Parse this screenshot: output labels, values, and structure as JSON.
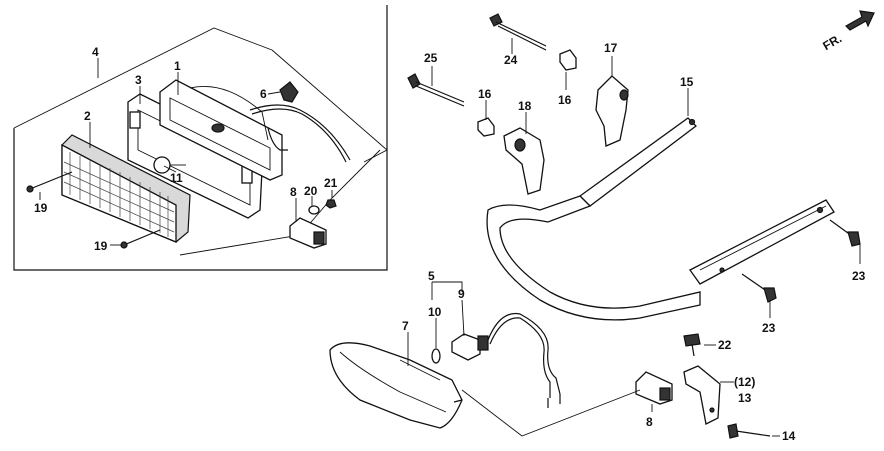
{
  "direction_label": "FR.",
  "callouts": {
    "c1": "1",
    "c2": "2",
    "c3": "3",
    "c4": "4",
    "c5": "5",
    "c6": "6",
    "c7": "7",
    "c8a": "8",
    "c8b": "8",
    "c9": "9",
    "c10": "10",
    "c11": "11",
    "c12": "(12)",
    "c13": "13",
    "c14": "14",
    "c15": "15",
    "c16a": "16",
    "c16b": "16",
    "c17": "17",
    "c18": "18",
    "c19a": "19",
    "c19b": "19",
    "c20": "20",
    "c21": "21",
    "c22": "22",
    "c23a": "23",
    "c23b": "23",
    "c24": "24",
    "c25": "25"
  }
}
